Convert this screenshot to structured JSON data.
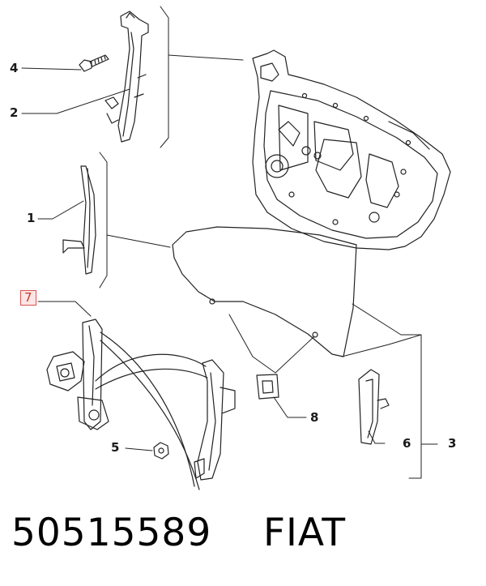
{
  "callouts": {
    "c1": "1",
    "c2": "2",
    "c3": "3",
    "c4": "4",
    "c5": "5",
    "c6": "6",
    "c7": "7",
    "c8": "8"
  },
  "caption": {
    "part_number": "50515589",
    "brand": "FIAT"
  },
  "colors": {
    "line": "#222222",
    "highlight_border": "#d9534f",
    "highlight_fill": "#fde5e5"
  }
}
